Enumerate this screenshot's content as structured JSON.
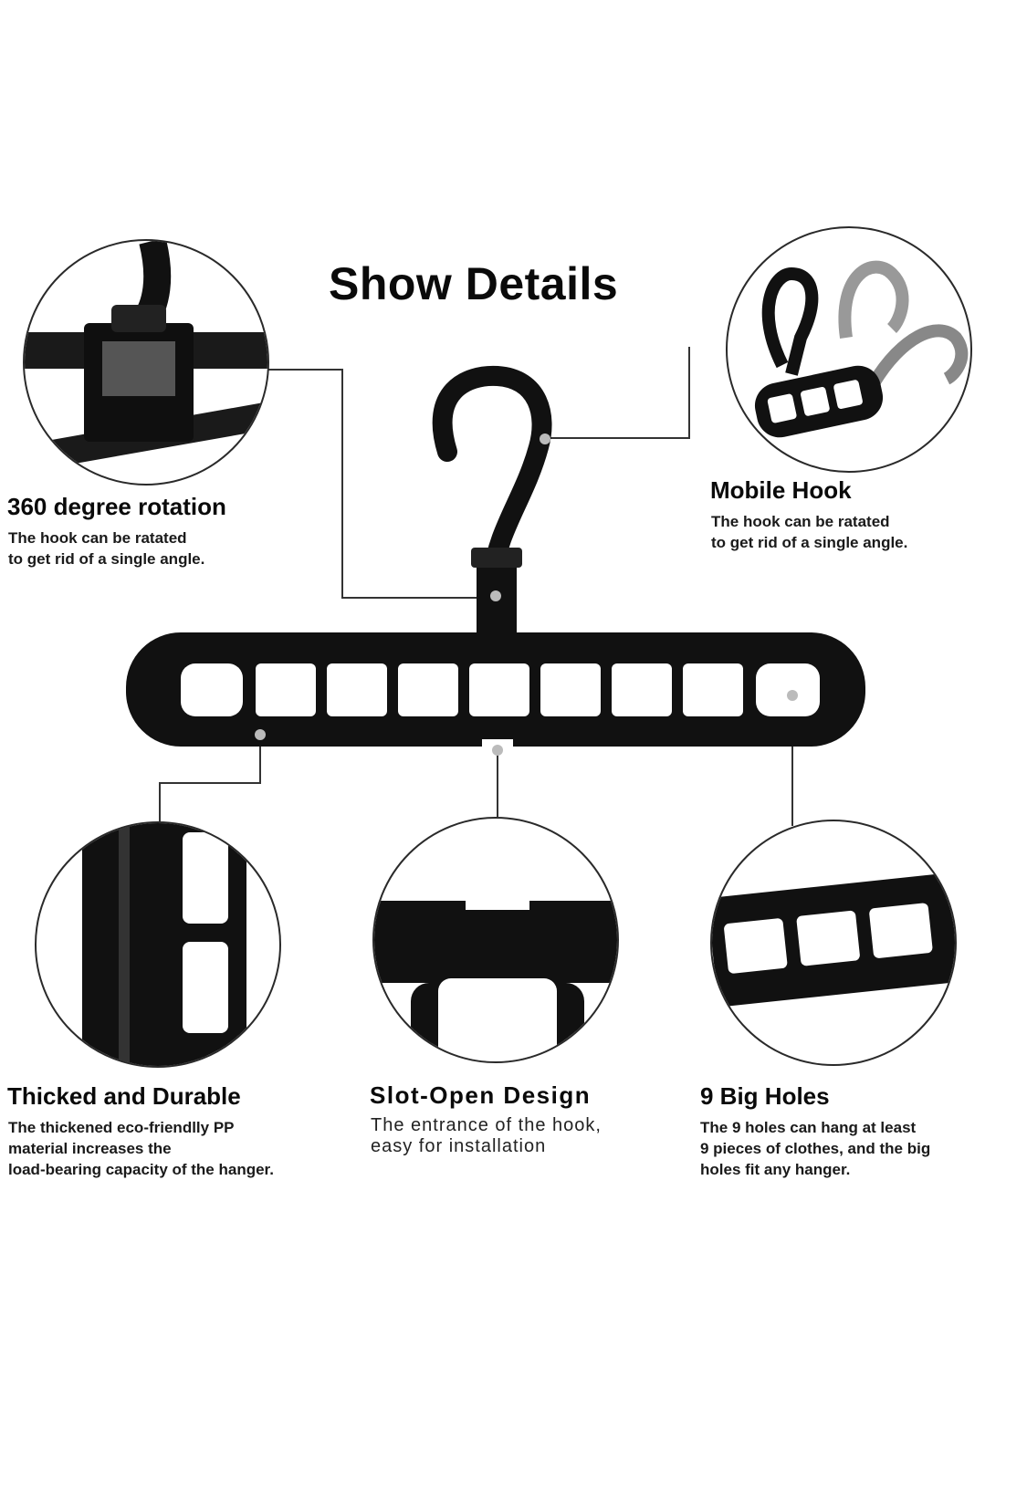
{
  "title": "Show Details",
  "features": [
    {
      "id": "rotation",
      "title": "360 degree rotation",
      "description": "The hook can be ratated\nto get rid of a single angle."
    },
    {
      "id": "mobile-hook",
      "title": "Mobile Hook",
      "description": "The hook can be ratated\nto get rid of a single angle."
    },
    {
      "id": "durable",
      "title": "Thicked and Durable",
      "description": "The thickened eco-friendlly PP\nmaterial increases the\nload-bearing capacity of the hanger."
    },
    {
      "id": "slot-open",
      "title": "Slot-Open Design",
      "description": "The entrance of the hook,\neasy for installation"
    },
    {
      "id": "big-holes",
      "title": "9 Big Holes",
      "description": "The 9 holes can hang at least\n9 pieces of clothes, and the big\nholes fit any hanger."
    }
  ],
  "product": {
    "name": "hanger",
    "hole_count": 9,
    "color": "#111111"
  },
  "colors": {
    "background": "#ffffff",
    "product": "#111111",
    "line": "#333333",
    "dot": "#bbbbbb"
  }
}
